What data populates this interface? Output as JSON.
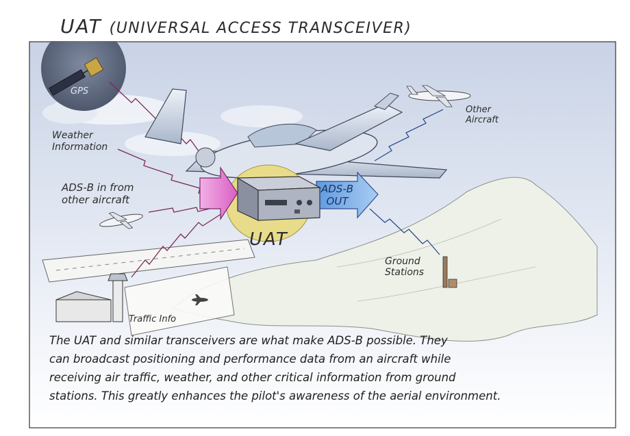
{
  "title": {
    "main": "UAT",
    "sub": "(UNIVERSAL ACCESS TRANSCEIVER)"
  },
  "labels": {
    "gps": "GPS",
    "weather_line1": "Weather",
    "weather_line2": "Information",
    "adsb_in_line1": "ADS-B in from",
    "adsb_in_line2": "other aircraft",
    "adsb_out_line1": "ADS-B",
    "adsb_out_line2": "OUT",
    "uat": "UAT",
    "other_aircraft_line1": "Other",
    "other_aircraft_line2": "Aircraft",
    "ground_line1": "Ground",
    "ground_line2": "Stations",
    "traffic_info": "Traffic Info"
  },
  "caption": [
    "The UAT and similar transceivers are what make ADS-B possible. They",
    "can broadcast positioning and performance data from an aircraft while",
    "receiving air traffic, weather, and other critical information from ground",
    "stations. This greatly enhances the pilot's awareness of the aerial environment."
  ],
  "colors": {
    "arrow_in": "#e07ad0",
    "arrow_out": "#7fb2ea",
    "signal_in": "#7a2a55",
    "signal_out": "#2f4f8f",
    "halo": "#e8dc8a"
  }
}
